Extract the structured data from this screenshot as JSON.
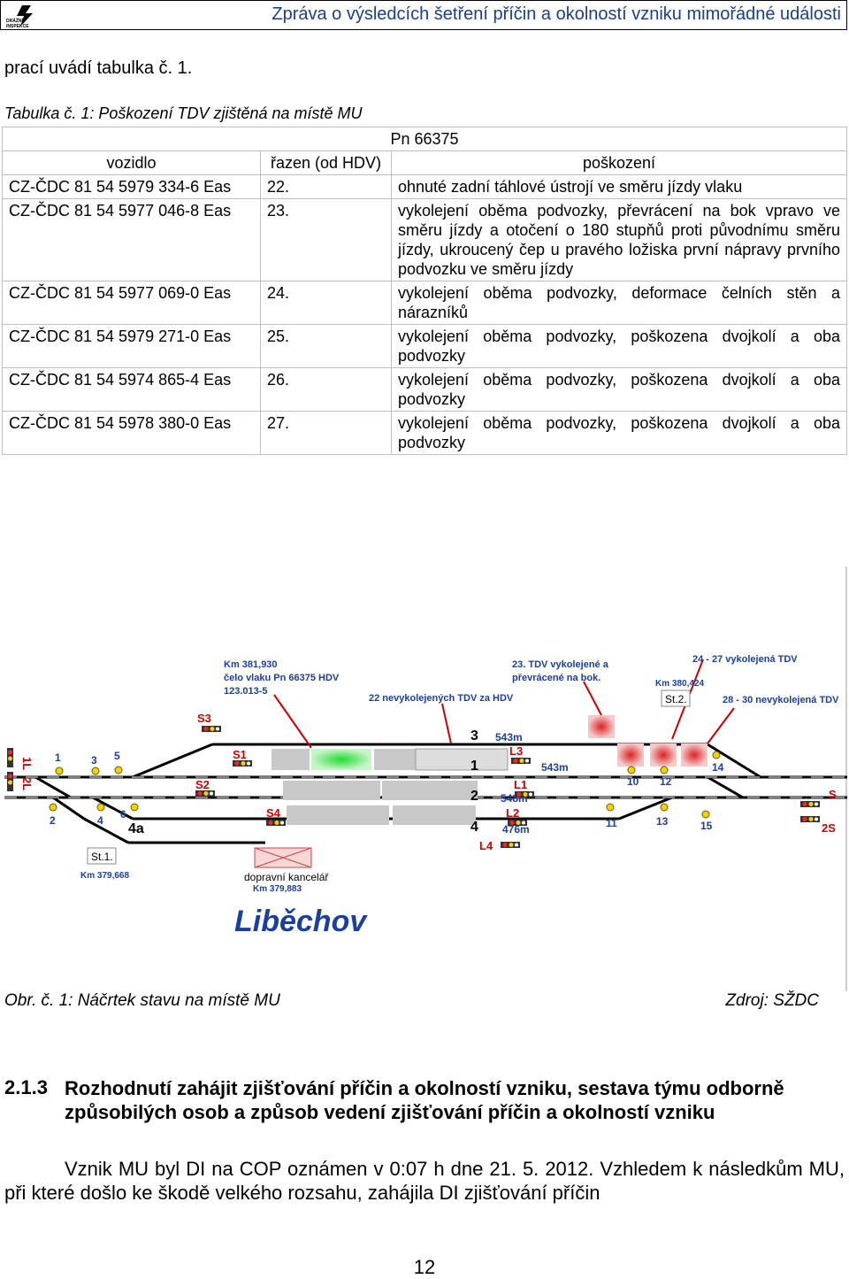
{
  "header": {
    "logo_text_1": "DRÁŽNÍ",
    "logo_text_2": "INSPEKCE",
    "title": "Zpráva o výsledcích šetření příčin a okolností vzniku mimořádné události"
  },
  "intro": "prací uvádí tabulka č. 1.",
  "table": {
    "caption": "Tabulka č. 1: Poškození TDV zjištěná na místě MU",
    "train": "Pn 66375",
    "headers": [
      "vozidlo",
      "řazen (od HDV)",
      "poškození"
    ],
    "rows": [
      [
        "CZ-ČDC 81 54 5979 334-6 Eas",
        "22.",
        "ohnuté zadní táhlové ústrojí ve směru jízdy vlaku"
      ],
      [
        "CZ-ČDC 81 54 5977 046-8 Eas",
        "23.",
        "vykolejení oběma podvozky, převrácení na bok vpravo ve směru jízdy a otočení o 180 stupňů proti původnímu směru jízdy, ukroucený čep u pravého ložiska první nápravy prvního podvozku ve směru jízdy"
      ],
      [
        "CZ-ČDC 81 54 5977 069-0 Eas",
        "24.",
        "vykolejení oběma podvozky, deformace čelních stěn a nárazníků"
      ],
      [
        "CZ-ČDC 81 54 5979 271-0 Eas",
        "25.",
        "vykolejení oběma podvozky, poškozena dvojkolí a oba podvozky"
      ],
      [
        "CZ-ČDC 81 54 5974 865-4 Eas",
        "26.",
        "vykolejení oběma podvozky, poškozena dvojkolí a oba podvozky"
      ],
      [
        "CZ-ČDC 81 54 5978 380-0 Eas",
        "27.",
        "vykolejení oběma podvozky, poškozena dvojkolí a oba podvozky"
      ]
    ]
  },
  "figure": {
    "annotations": {
      "front_1": "Km 381,930",
      "front_2": "čelo vlaku Pn 66375 HDV",
      "front_3": "123.013-5",
      "not_derailed": "22 nevykolejených TDV za HDV",
      "tdv23_1": "23. TDV  vykolejené a",
      "tdv23_2": "převrácené na bok.",
      "derailed_24_27": "24 - 27 vykolejená TDV",
      "km_380": "Km 380,424",
      "derailed_28_30": "28 - 30 nevykolejená TDV",
      "st1": "St.1.",
      "st1_km": "Km 379,668",
      "st2": "St.2.",
      "office_1": "dopravní kancelář",
      "office_2": "Km 379,883",
      "station_name": "Liběchov"
    },
    "signals": {
      "1L": "1L",
      "2L": "2L",
      "S1": "S1",
      "S2": "S2",
      "S3": "S3",
      "S4": "S4",
      "L1": "L1",
      "L2": "L2",
      "L3": "L3",
      "L4": "L4",
      "S": "S",
      "2S": "2S"
    },
    "tracks": {
      "t3": "3",
      "t1": "1",
      "t2": "2",
      "t4": "4",
      "t4a": "4a",
      "len3": "543m",
      "len1": "543m",
      "len2": "548m",
      "len4": "476m"
    },
    "switches": [
      "1",
      "2",
      "3",
      "4",
      "5",
      "6",
      "10",
      "11",
      "12",
      "13",
      "14",
      "15"
    ]
  },
  "fig_caption": "Obr. č. 1: Náčrtek stavu na místě MU",
  "fig_source": "Zdroj: SŽDC",
  "section": {
    "number": "2.1.3",
    "title": "Rozhodnutí zahájit zjišťování příčin a okolností vzniku, sestava týmu odborně způsobilých osob a způsob vedení zjišťování příčin a okolností vzniku"
  },
  "paragraph": "Vznik MU byl DI na COP oznámen v 0:07 h dne 21. 5. 2012. Vzhledem k následkům MU, při které došlo ke škodě velkého rozsahu, zahájila DI zjišťování příčin",
  "page_number": "12",
  "colors": {
    "header_title": "#1a3f8c",
    "station_name": "#1b3fa0",
    "annotation": "#1b3fa0",
    "signal_label": "#cc0000"
  }
}
